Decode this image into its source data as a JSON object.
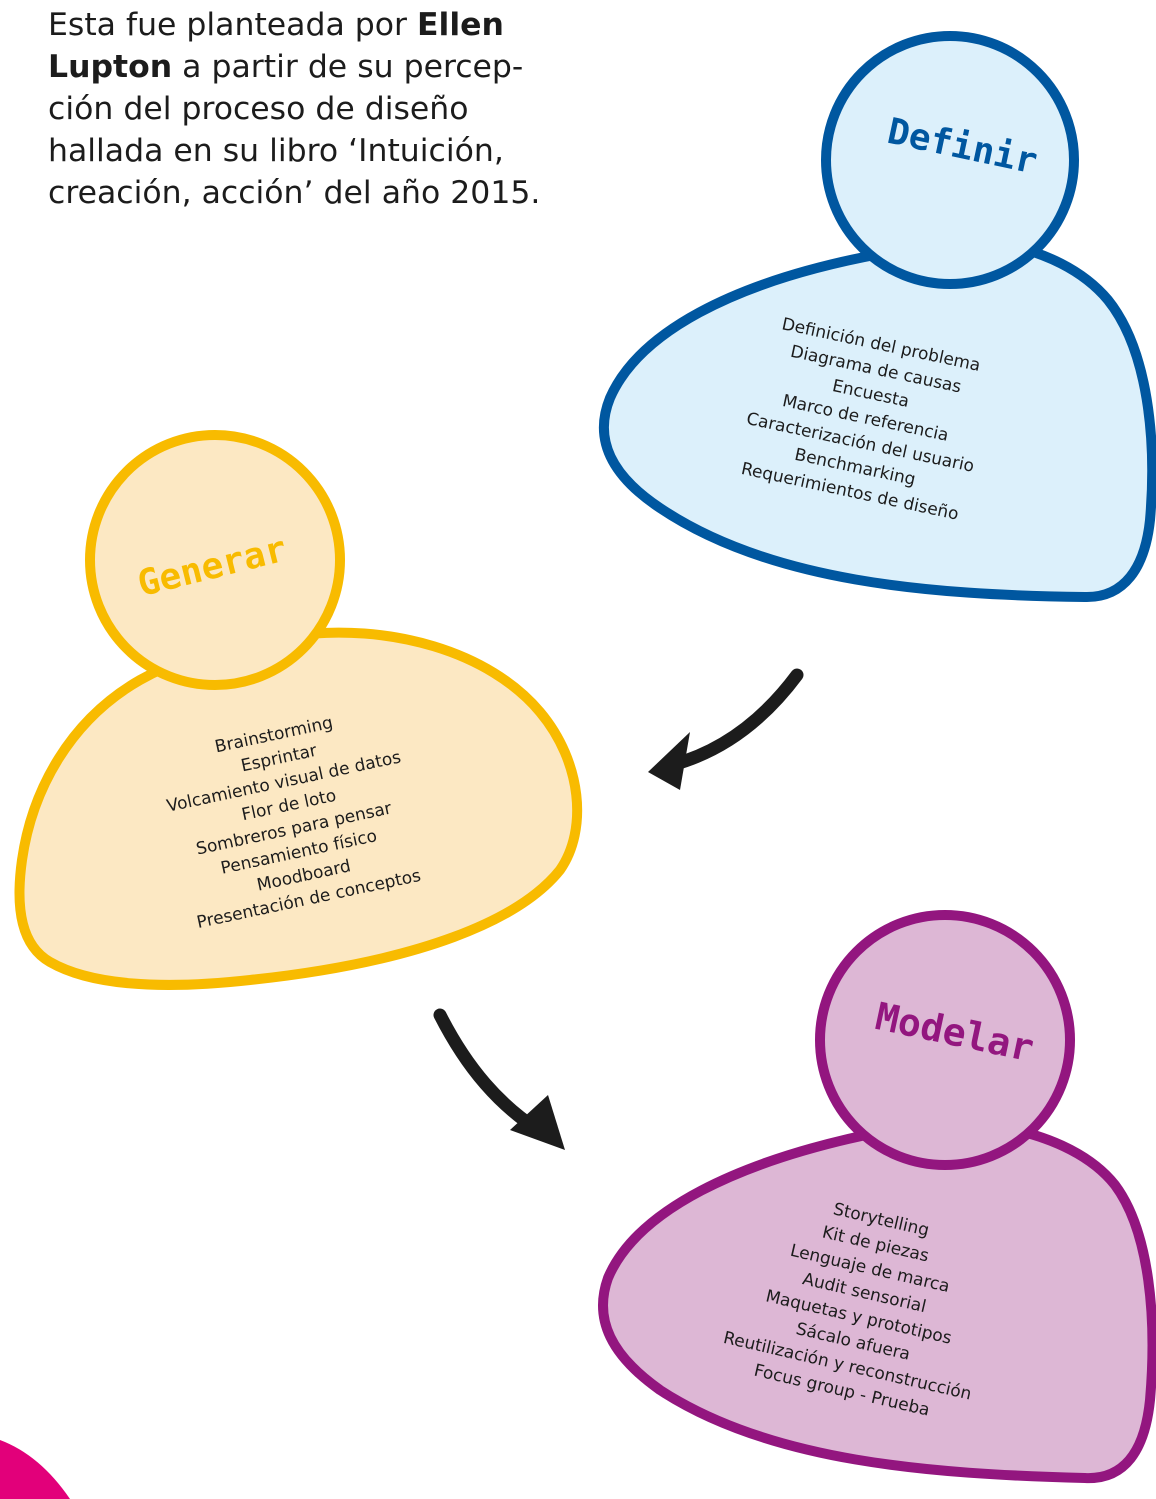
{
  "intro": {
    "part1": "Esta fue planteada por ",
    "author": "Ellen Lupton",
    "part2": " a partir de su percep-ción del proceso de diseño hallada en su libro ‘Intuición, creación, acción’ del año 2015."
  },
  "colors": {
    "definir_stroke": "#0057a0",
    "definir_fill": "#dcf0fb",
    "generar_stroke": "#f8bb00",
    "generar_fill": "#fce8c3",
    "modelar_stroke": "#93167f",
    "modelar_fill": "#ddb7d5",
    "arrow": "#1c1c1c",
    "accent_corner": "#e2007a"
  },
  "stages": {
    "definir": {
      "title": "Definir",
      "items": [
        "Definición del problema",
        "Diagrama de causas",
        "Encuesta",
        "Marco de referencia",
        "Caracterización del usuario",
        "Benchmarking",
        "Requerimientos de diseño"
      ]
    },
    "generar": {
      "title": "Generar",
      "items": [
        "Brainstorming",
        "Esprintar",
        "Volcamiento visual de datos",
        "Flor de loto",
        "Sombreros para pensar",
        "Pensamiento físico",
        "Moodboard",
        "Presentación de conceptos"
      ]
    },
    "modelar": {
      "title": "Modelar",
      "items": [
        "Storytelling",
        "Kit de piezas",
        "Lenguaje de marca",
        "Audit sensorial",
        "Maquetas y prototipos",
        "Sácalo afuera",
        "Reutilización y reconstrucción",
        "Focus group - Prueba"
      ]
    }
  }
}
